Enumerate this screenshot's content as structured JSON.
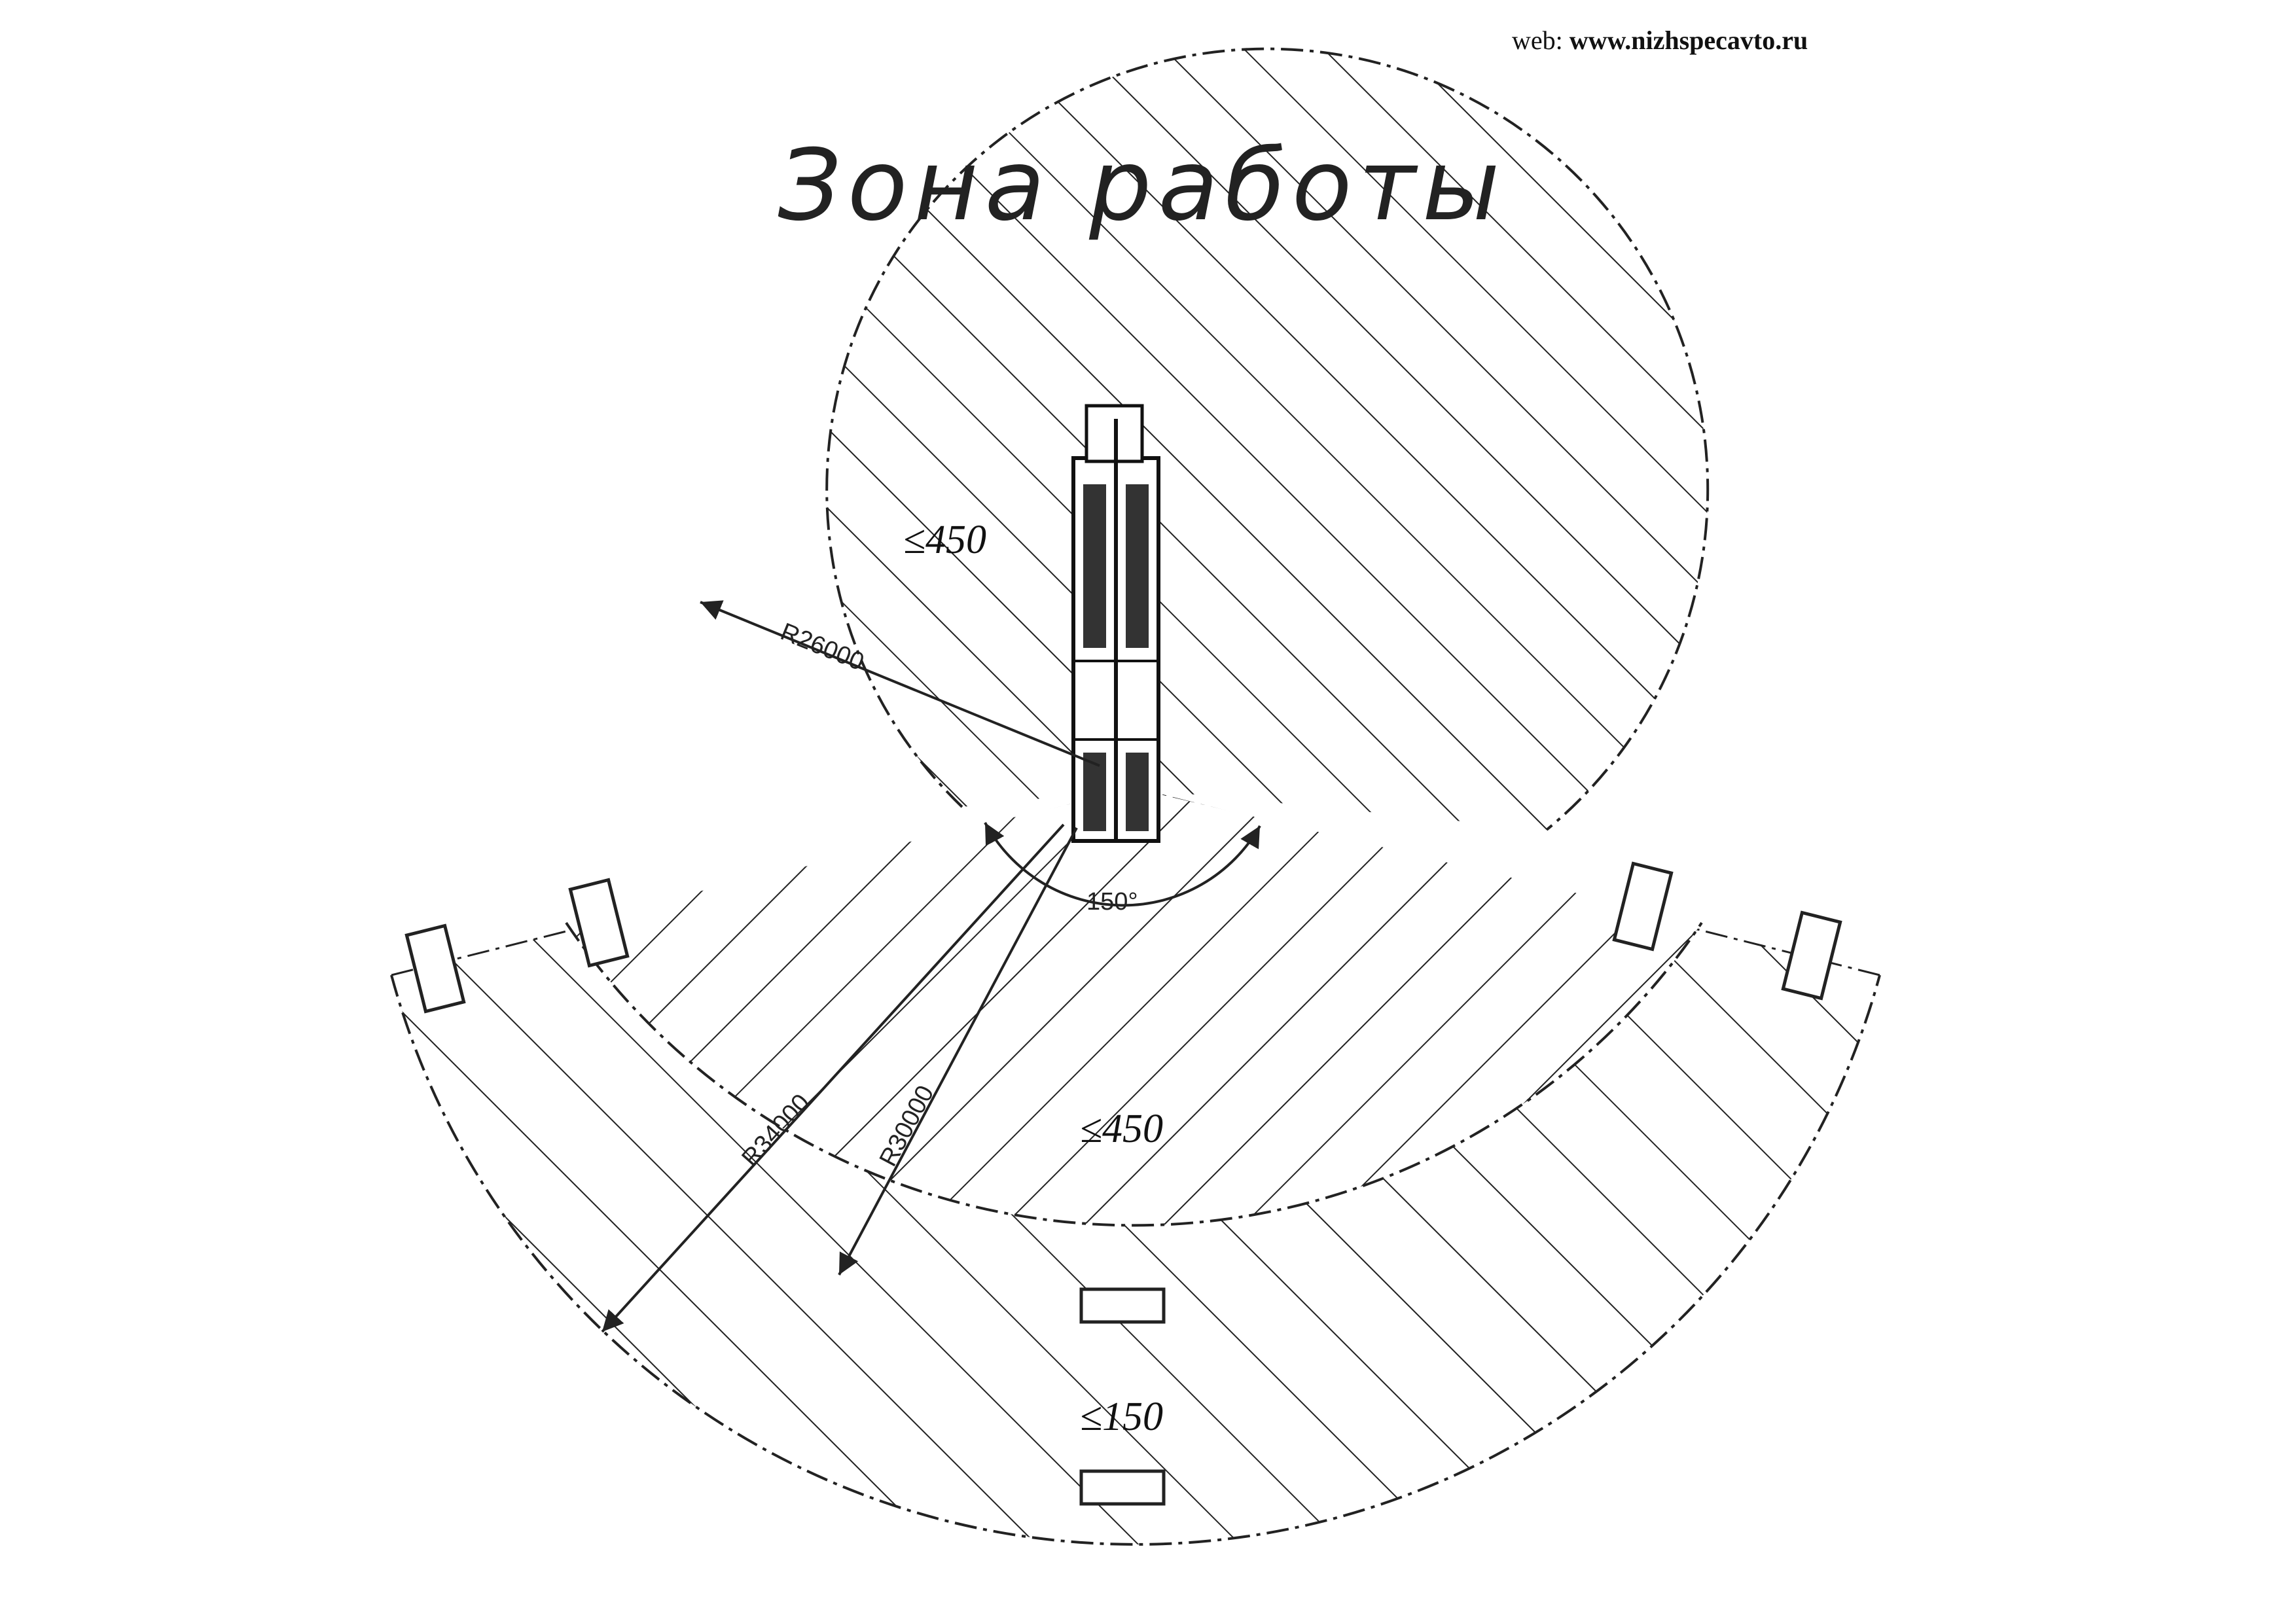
{
  "header": {
    "web_prefix": "web:",
    "web_url": "www.nizhspecavto.ru"
  },
  "title": "Зона работы",
  "zones": [
    {
      "id": "rear",
      "load_label": "≤450"
    },
    {
      "id": "front-inner",
      "load_label": "≤450"
    },
    {
      "id": "front-outer",
      "load_label": "≤150"
    }
  ],
  "dimensions": {
    "rear_radius": "R26000",
    "outer_radius": "R34000",
    "inner_radius": "R30000",
    "front_angle": "150°"
  },
  "colors": {
    "line": "#222222",
    "background": "#ffffff"
  }
}
